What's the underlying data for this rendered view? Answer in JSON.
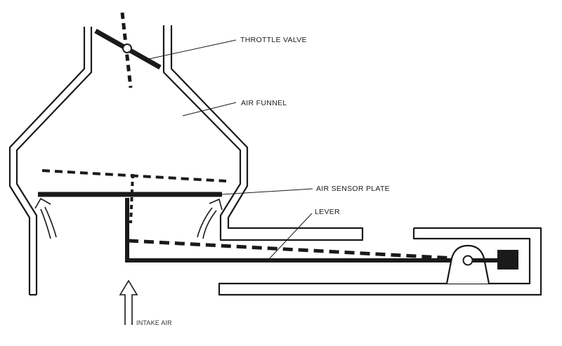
{
  "labels": {
    "throttle_valve": "THROTTLE VALVE",
    "air_funnel": "AIR FUNNEL",
    "air_sensor_plate": "AIR SENSOR PLATE",
    "lever": "LEVER",
    "intake_air": "INTAKE AIR"
  },
  "colors": {
    "line": "#1a1a1a",
    "background": "#ffffff"
  }
}
